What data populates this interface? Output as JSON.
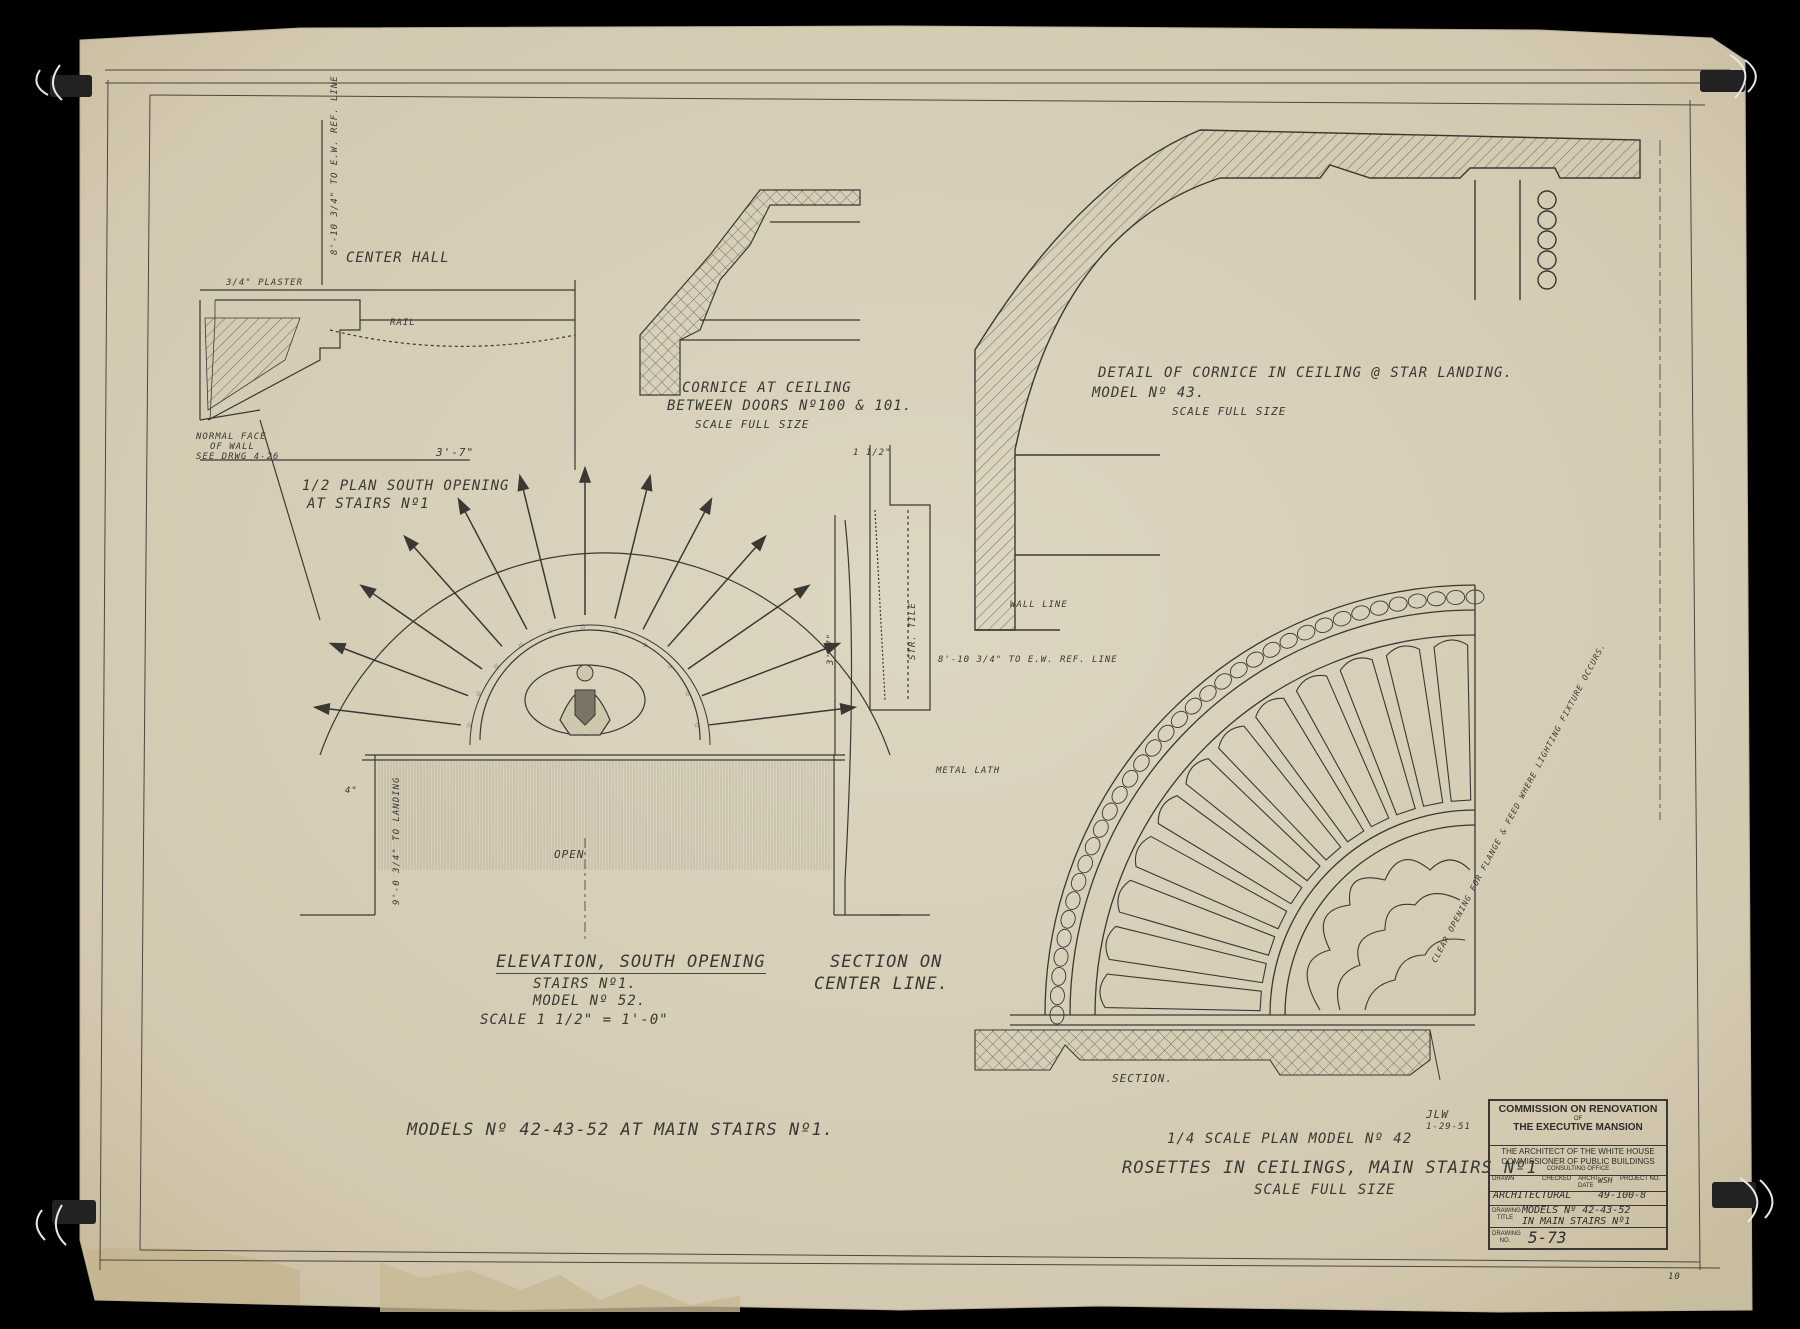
{
  "sheet": {
    "paper_color": "#d9d1bc",
    "ink_color": "#3a3833",
    "background_color": "#000000"
  },
  "labels": {
    "center_hall": "CENTER HALL",
    "plaster": "3/4\" PLASTER",
    "rail": "RAIL",
    "normal_face": "NORMAL FACE",
    "of_wall": "OF WALL",
    "see_drwg": "SEE DRWG 4-26",
    "dim_3_7": "3'-7\"",
    "half_plan_line1": "1/2 PLAN SOUTH OPENING",
    "half_plan_line2": "AT STAIRS Nº1",
    "ref_line_vertical": "8'-10 3/4\" TO E.W. REF. LINE",
    "cornice_ceiling_line1": "CORNICE AT CEILING",
    "cornice_ceiling_line2": "BETWEEN DOORS Nº100 & 101.",
    "cornice_ceiling_scale": "SCALE FULL SIZE",
    "detail_cornice_line1": "DETAIL OF CORNICE IN CEILING @ STAR LANDING.",
    "detail_cornice_line2": "MODEL Nº 43.",
    "detail_cornice_scale": "SCALE FULL SIZE",
    "wall_line": "WALL LINE",
    "ref_line_small": "8'-10 3/4\" TO E.W. REF. LINE",
    "str_tile": "STR. TILE",
    "metal_lath": "METAL LATH",
    "dim_3_7_vertical": "3'-7\"",
    "dim_4": "4\"",
    "dim_1_half": "1 1/2\"",
    "open": "OPEN",
    "to_landing": "9'-0 3/4\" TO LANDING",
    "elevation_line1": "ELEVATION, SOUTH OPENING",
    "elevation_line2": "STAIRS Nº1.",
    "elevation_line3": "MODEL Nº 52.",
    "elevation_scale": "SCALE 1 1/2\" = 1'-0\"",
    "section_center_line1": "SECTION ON",
    "section_center_line2": "CENTER LINE.",
    "section": "SECTION.",
    "clear_opening": "CLEAR OPENING FOR FLANGE & FEED WHERE LIGHTING FIXTURE OCCURS.",
    "models_title": "MODELS Nº 42-43-52 AT MAIN STAIRS Nº1.",
    "quarter_scale_plan": "1/4 SCALE PLAN  MODEL Nº 42",
    "rosettes_title": "ROSETTES IN CEILINGS, MAIN STAIRS Nº1",
    "rosettes_scale": "SCALE FULL SIZE",
    "initials": "JLW",
    "initials_date": "1-29-51",
    "corner_number": "10"
  },
  "title_block": {
    "line1": "COMMISSION ON RENOVATION",
    "line_of": "OF",
    "line2": "THE EXECUTIVE MANSION",
    "line3": "THE ARCHITECT OF THE WHITE HOUSE",
    "line4": "COMMISSIONER OF PUBLIC BUILDINGS",
    "line5": "CONSULTING OFFICE",
    "drawn_label": "DRAWN",
    "checked_label": "CHECKED",
    "date_label": "DATE",
    "archt_label": "ARCHT",
    "archt_value": "WSH",
    "project_label": "PROJECT NO.",
    "category": "ARCHITECTURAL",
    "project_no": "49-100-8",
    "drawing_title_label": "DRAWING TITLE",
    "title_line1": "MODELS Nº 42-43-52",
    "title_line2": "IN MAIN STAIRS Nº1",
    "drawing_no_label": "DRAWING NO.",
    "drawing_no": "5-73"
  }
}
